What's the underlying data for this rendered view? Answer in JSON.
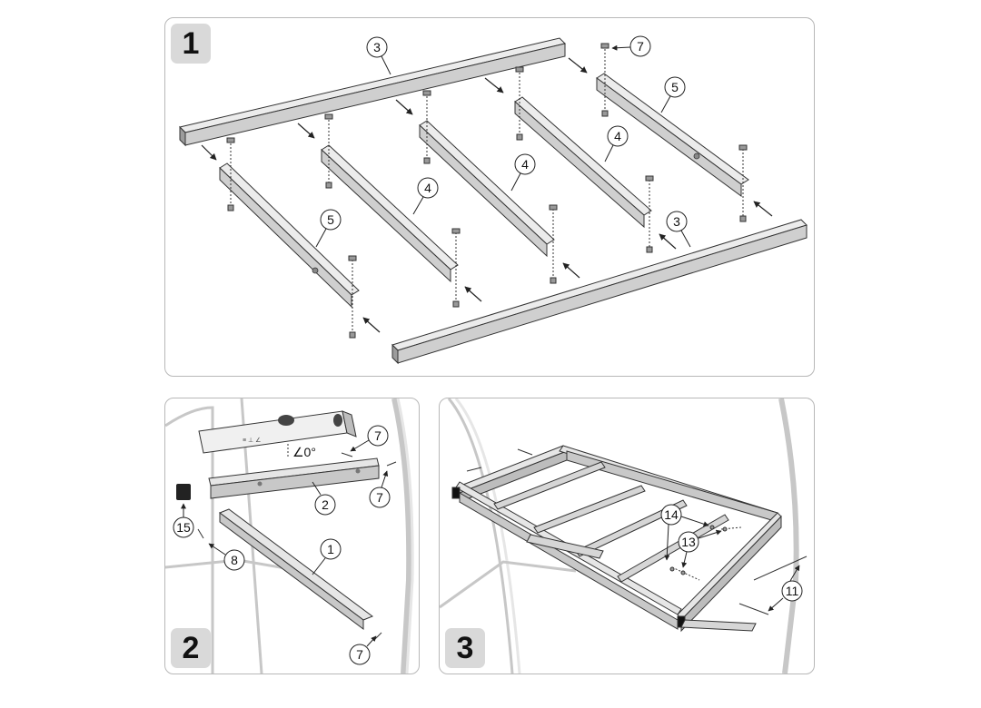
{
  "steps": [
    "1",
    "2",
    "3"
  ],
  "callouts": {
    "p1": [
      "3",
      "7",
      "5",
      "4",
      "4",
      "4",
      "5",
      "3"
    ],
    "p2": [
      "7",
      "2",
      "7",
      "15",
      "8",
      "1",
      "7"
    ],
    "p3": [
      "14",
      "13",
      "11"
    ]
  },
  "level_angle": "∠0°",
  "level_marking": "≡ ⊥ ∠",
  "colors": {
    "frame": "#b8b8b8",
    "beam_light": "#e2e2e2",
    "beam_mid": "#c8c8c8",
    "beam_dark": "#9c9c9c",
    "ink": "#222222"
  }
}
